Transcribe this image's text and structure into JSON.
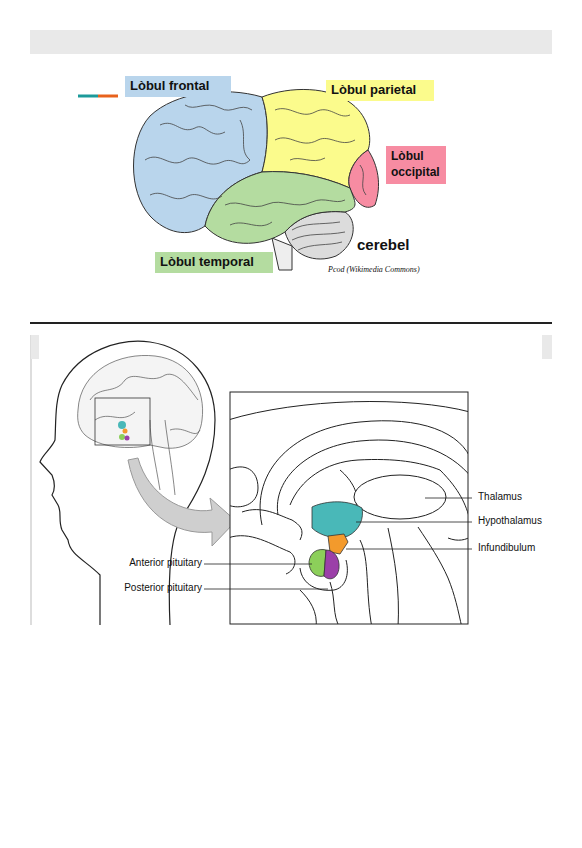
{
  "diagram": {
    "nodes": [
      {
        "text": [
          "Lòbul frontal"
        ]
      },
      {
        "text": [
          "Lòbul parietal"
        ]
      },
      {
        "text": [
          "Lòbul occipital"
        ]
      },
      {
        "text": [
          "Lòbul temporal"
        ]
      }
    ],
    "labels": [
      "cerebel",
      "Pcod (Wikimedia Commons)",
      "Thalamus",
      "Hypothalamus",
      "Infundibulum",
      "Anterior pituitary",
      "Posterior pituitary"
    ]
  }
}
